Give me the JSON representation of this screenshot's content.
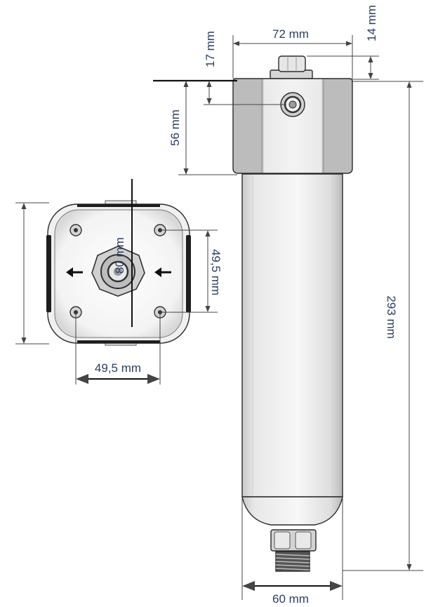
{
  "dimensions": {
    "top_width": "72 mm",
    "cap_height": "14 mm",
    "side_offset": "17 mm",
    "head_height": "56 mm",
    "overall_height": "293 mm",
    "base_width": "60 mm",
    "flange_width": "49,5 mm",
    "flange_height": "49,5 mm",
    "flange_size": "80 mm"
  },
  "colors": {
    "dimension_text": "#2e3e5e",
    "head_grey": "#bdbdbd",
    "body_light": "#ececec"
  }
}
